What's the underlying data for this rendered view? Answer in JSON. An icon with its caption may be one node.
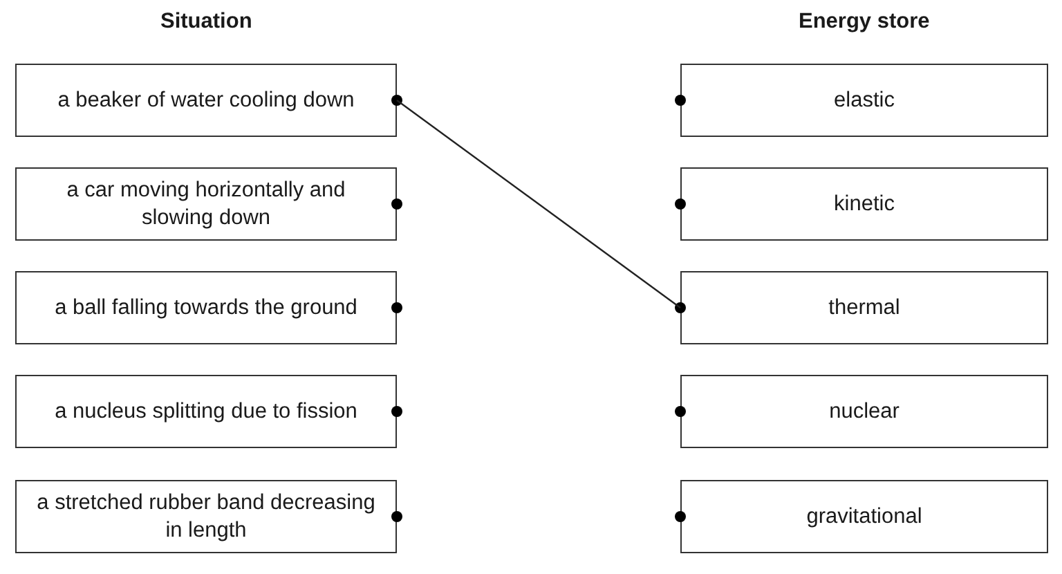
{
  "diagram": {
    "nodes": [
      {
        "text": [
          "a beaker of water cooling down"
        ]
      },
      {
        "text": [
          "a car moving horizontally and slowing down"
        ]
      },
      {
        "text": [
          "a ball falling towards the ground"
        ]
      },
      {
        "text": [
          "a nucleus splitting due to fission"
        ]
      },
      {
        "text": [
          "a stretched rubber band decreasing in length"
        ]
      },
      {
        "text": [
          "elastic"
        ]
      },
      {
        "text": [
          "kinetic"
        ]
      },
      {
        "text": [
          "thermal"
        ]
      },
      {
        "text": [
          "nuclear"
        ]
      },
      {
        "text": [
          "gravitational"
        ]
      }
    ],
    "edges": [
      {
        "from": 0,
        "to": 7,
        "arrow": "none"
      }
    ],
    "labels": [
      "Situation",
      "Energy store"
    ]
  }
}
